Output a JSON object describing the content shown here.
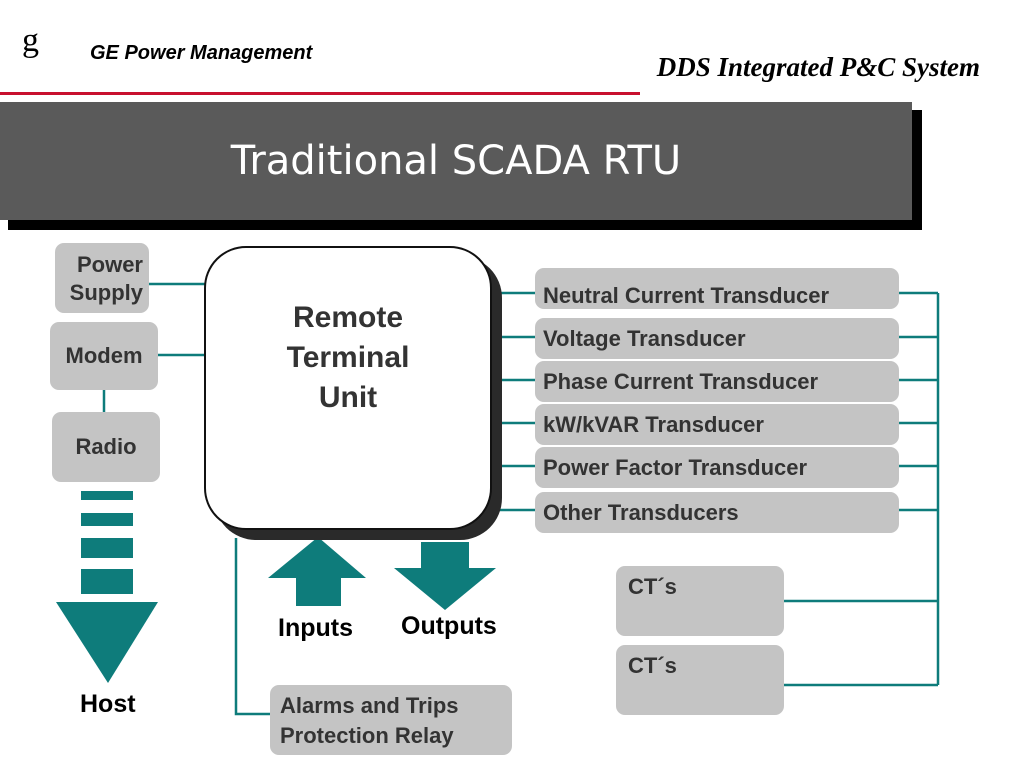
{
  "header": {
    "logo_text": "g",
    "company": "GE Power Management",
    "system_title": "DDS Integrated P&C System"
  },
  "banner": {
    "title": "Traditional SCADA RTU"
  },
  "left": {
    "power_supply": [
      "Power",
      "Supply"
    ],
    "modem": "Modem",
    "radio": "Radio",
    "host": "Host"
  },
  "rtu": {
    "lines": [
      "Remote",
      "Terminal",
      "Unit"
    ]
  },
  "io": {
    "inputs": "Inputs",
    "outputs": "Outputs"
  },
  "transducers": [
    "Neutral Current Transducer",
    "Voltage Transducer",
    "Phase Current Transducer",
    "kW/kVAR Transducer",
    "Power Factor Transducer",
    "Other Transducers"
  ],
  "cts": [
    "CT´s",
    "CT´s"
  ],
  "relay": [
    "Alarms and Trips",
    "Protection Relay"
  ],
  "colors": {
    "connector": "#0e7c7b",
    "box": "#c4c4c4",
    "banner": "#5a5a5a",
    "rule": "#c8102e"
  }
}
